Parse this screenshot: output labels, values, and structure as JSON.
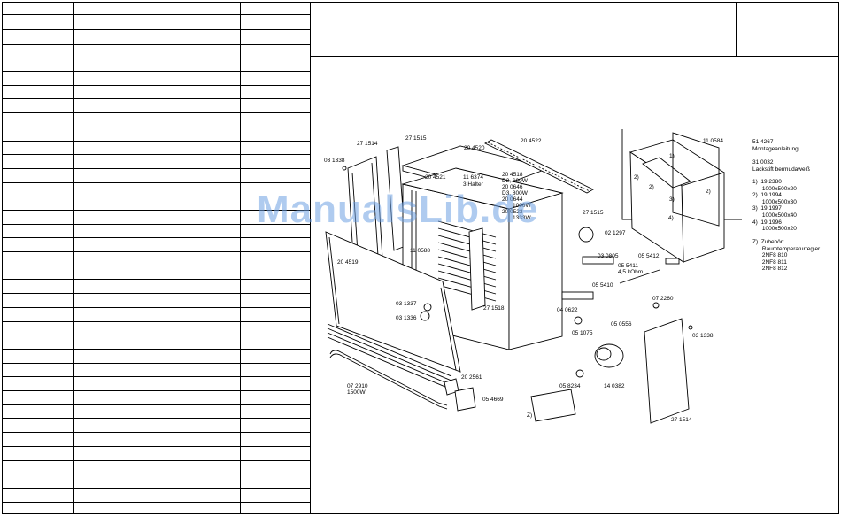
{
  "watermark": "ManualsLib.de",
  "labels": {
    "p271514_top": "27 1514",
    "p271515_top": "27 1515",
    "p204520": "20 4520",
    "p204522": "20 4522",
    "p031338_left": "03 1338",
    "p204521": "20 4521",
    "p116374": "11 6374",
    "halter": "3 Halter",
    "p204518": "20 4518",
    "d2": "D2, 600W",
    "p200646": "20 0646",
    "d3": "D3, 800W",
    "p200644": "20 0644",
    "w1000": "1000W",
    "p200523": "20 0523",
    "w1333": "1333W",
    "p271515_mid": "27 1515",
    "p021297": "02 1297",
    "p204519": "20 4519",
    "p110588": "11 0588",
    "p030805": "03 0805",
    "p055412": "05 5412",
    "p055411": "05 5411",
    "kohm": "4,5 kOhm",
    "p055410": "05 5410",
    "p031337": "03 1337",
    "p031336": "03 1336",
    "p271518": "27 1518",
    "p040622": "04 0622",
    "p072260": "07 2260",
    "p051075": "05 1075",
    "p050556": "05 0556",
    "p031338_right": "03 1338",
    "p202561": "20 2561",
    "p072910": "07 2910",
    "w1500": "1500W",
    "p058234": "05 8234",
    "p140382": "14 0382",
    "p054669": "05 4669",
    "z": "Z)",
    "p271514_bottom": "27 1514",
    "p110584": "11 0584",
    "inset_1": "1)",
    "inset_2a": "2)",
    "inset_2b": "2)",
    "inset_3": "3)",
    "inset_4": "4)",
    "inset_2c": "2)"
  },
  "notes": {
    "n1": "51 4267\nMontageanleitung",
    "n2": "31 0032\nLackstift bermudaweiß",
    "n3": "1)  19 2380\n      1000x500x20\n2)  19 1994\n      1000x500x30\n3)  19 1997\n      1000x500x40\n4)  19 1996\n      1000x500x20",
    "n4": "Z)  Zubehör:\n      Raumtemperaturregler\n      2NF8 810\n      2NF8 811\n      2NF8 812"
  }
}
